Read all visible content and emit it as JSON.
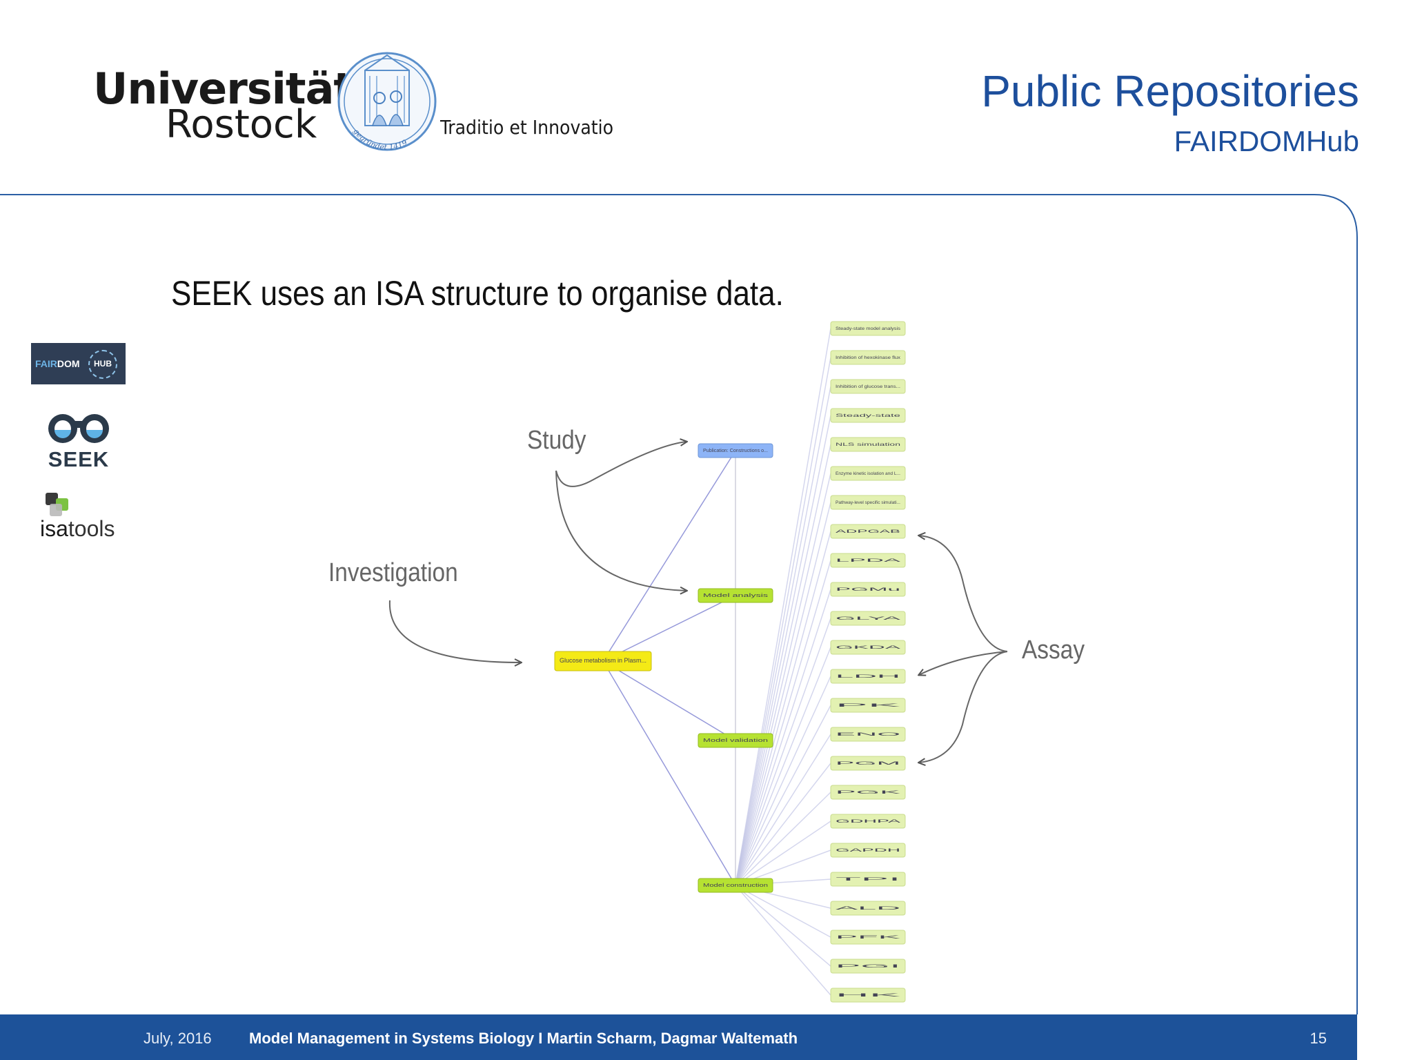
{
  "header": {
    "university_line1": "Universität",
    "university_line2": "Rostock",
    "seal_text": "gegründet 1419",
    "motto": "Traditio et Innovatio",
    "title": "Public Repositories",
    "subtitle": "FAIRDOMHub"
  },
  "main": {
    "headline": "SEEK uses an ISA structure to organise data."
  },
  "logos": {
    "fairdom_part1": "FAIR",
    "fairdom_part2": "DOM",
    "fairdom_hub": "HUB",
    "seek": "SEEK",
    "isa_bold": "isa",
    "isa_rest": "tools"
  },
  "diagram": {
    "labels": {
      "study": "Study",
      "investigation": "Investigation",
      "assay": "Assay"
    },
    "investigation_node": "Glucose metabolism in Plasm...",
    "study_nodes": [
      "Publication: Constructions o...",
      "Model analysis",
      "Model validation",
      "Model construction"
    ],
    "assay_nodes": [
      "Steady-state model analysis",
      "Inhibition of hexokinase flux",
      "Inhibition of glucose trans...",
      "Steady-state",
      "NLS simulation",
      "Enzyme kinetic isolation and L...",
      "Pathway-level specific simulati...",
      "ADPGAB",
      "LPDA",
      "PGMu",
      "GLYA",
      "GKDA",
      "LDH",
      "PK",
      "ENO",
      "PGM",
      "PGK",
      "GDHPA",
      "GAPDH",
      "TPI",
      "ALD",
      "PFK",
      "PGI",
      "HK"
    ],
    "colors": {
      "investigation": "#f4ea16",
      "study_first": "#8db4f7",
      "study": "#b6e232",
      "assay": "#e3f1b2",
      "links": "#8b8fd6"
    }
  },
  "footer": {
    "date": "July, 2016",
    "talk": "Model Management in Systems Biology   I   Martin Scharm, Dagmar Waltemath",
    "page": "15"
  }
}
